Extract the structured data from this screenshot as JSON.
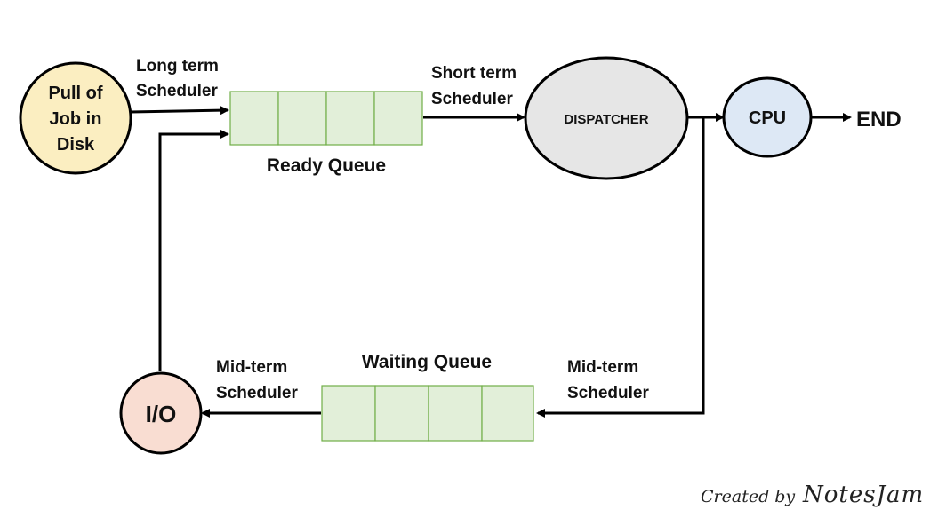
{
  "nodes": {
    "job_pool": {
      "lines": [
        "Pull of",
        "Job in",
        "Disk"
      ],
      "fill": "#fbeec1"
    },
    "dispatcher": {
      "label": "DISPATCHER",
      "fill": "#e6e6e6"
    },
    "cpu": {
      "label": "CPU",
      "fill": "#dde8f5"
    },
    "end": {
      "label": "END"
    },
    "io": {
      "label": "I/O",
      "fill": "#f9ddd2"
    }
  },
  "queues": {
    "ready": {
      "title": "Ready Queue",
      "cells": 4
    },
    "waiting": {
      "title": "Waiting Queue",
      "cells": 4
    }
  },
  "labels": {
    "long_term": [
      "Long term",
      "Scheduler"
    ],
    "short_term": [
      "Short term",
      "Scheduler"
    ],
    "mid_term_left": [
      "Mid-term",
      "Scheduler"
    ],
    "mid_term_right": [
      "Mid-term",
      "Scheduler"
    ]
  },
  "credit": {
    "prefix": "Created by",
    "name": "NotesJam"
  },
  "colors": {
    "queue_fill": "#e2efd9",
    "queue_stroke": "#70ad47",
    "line": "#000000"
  }
}
